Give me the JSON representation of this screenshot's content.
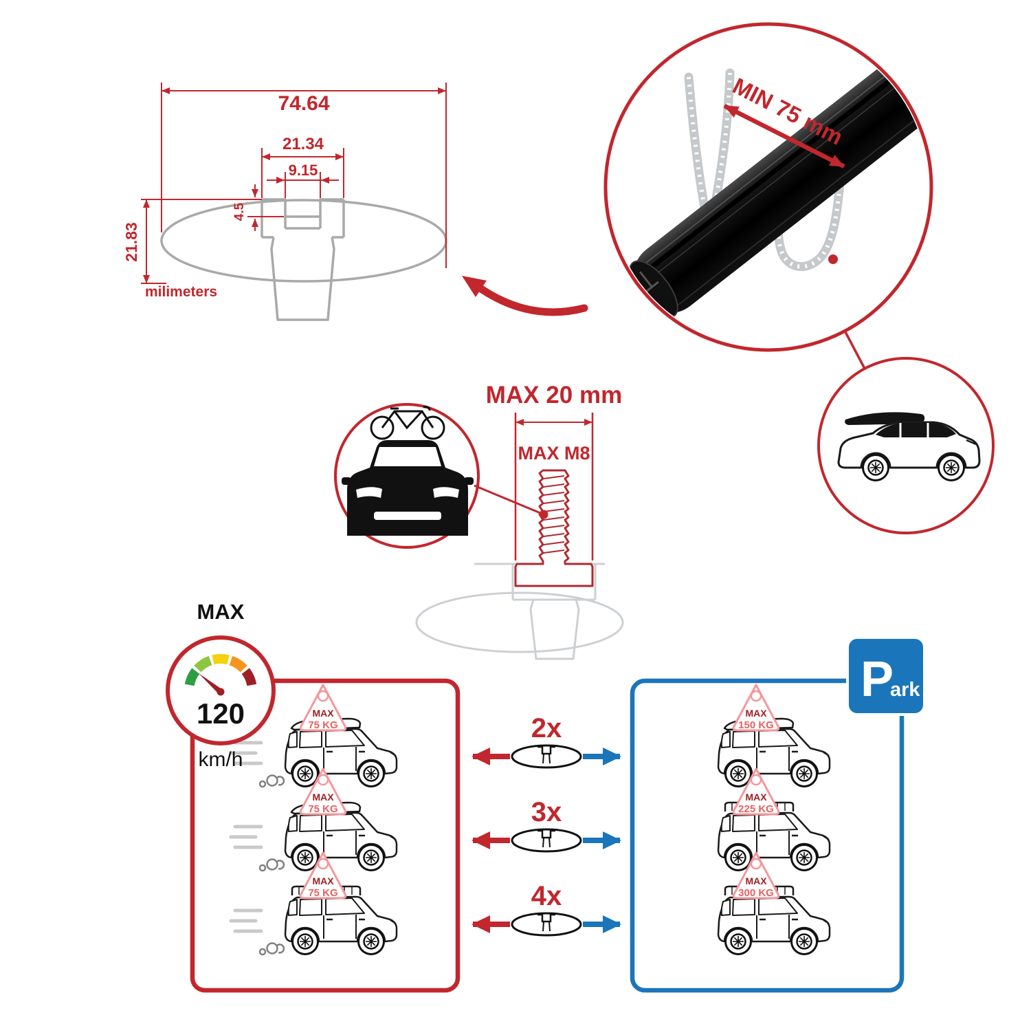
{
  "colors": {
    "red": "#c1272d",
    "dark_red": "#9e1f24",
    "blue": "#1b75bb",
    "pink": "#f4989c",
    "light_red": "#e86060",
    "profile_gray": "#a9a9a9",
    "ghost_gray": "#cdd0d3",
    "black": "#1a1a1a"
  },
  "dimensions": {
    "total_width": "74.64",
    "slot_outer_width": "21.34",
    "slot_inner_width": "9.15",
    "lip_depth": "4.5",
    "total_height": "21.83",
    "unit": "milimeters"
  },
  "bar_detail": {
    "min_span": "MIN 75 mm"
  },
  "bolt": {
    "max_width": "MAX 20 mm",
    "max_thread": "MAX M8"
  },
  "speed": {
    "label": "MAX",
    "value": "120",
    "unit": "km/h"
  },
  "park": {
    "p": "P",
    "ark": "ark"
  },
  "capacity": {
    "max_word": "MAX",
    "left": [
      "75 KG",
      "75 KG",
      "75 KG"
    ],
    "right": [
      "150 KG",
      "225 KG",
      "300 KG"
    ],
    "multipliers": [
      "2x",
      "3x",
      "4x"
    ]
  },
  "icons": [
    "speedometer-icon",
    "park-sign-icon",
    "bicycle-icon",
    "roof-box-icon",
    "roof-basket-icon",
    "crossbar-section-icon",
    "left-arrow-icon",
    "right-arrow-icon"
  ]
}
